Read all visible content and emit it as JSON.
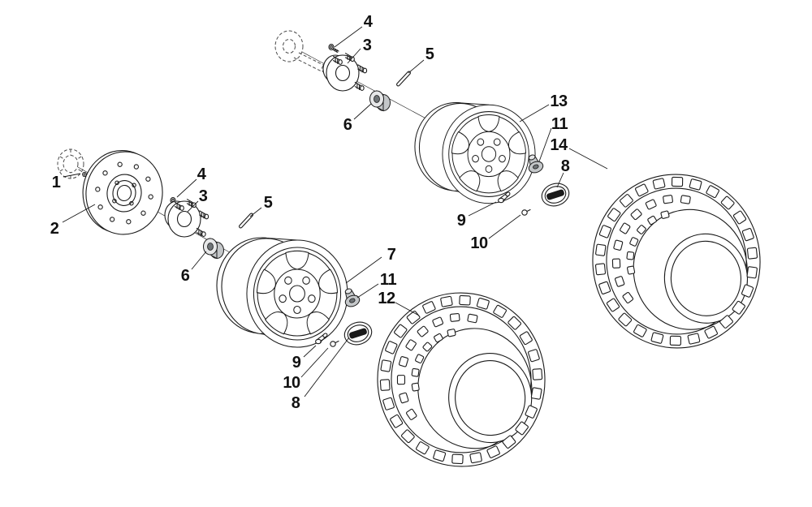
{
  "diagram": {
    "background_color": "#ffffff",
    "line_color": "#1a1a1a",
    "callouts": [
      {
        "num": "4"
      },
      {
        "num": "3"
      },
      {
        "num": "5"
      },
      {
        "num": "6"
      },
      {
        "num": "13"
      },
      {
        "num": "11"
      },
      {
        "num": "14"
      },
      {
        "num": "8"
      },
      {
        "num": "9"
      },
      {
        "num": "10"
      },
      {
        "num": "1"
      },
      {
        "num": "2"
      },
      {
        "num": "4"
      },
      {
        "num": "3"
      },
      {
        "num": "5"
      },
      {
        "num": "6"
      },
      {
        "num": "7"
      },
      {
        "num": "11"
      },
      {
        "num": "12"
      },
      {
        "num": "9"
      },
      {
        "num": "10"
      },
      {
        "num": "8"
      }
    ]
  }
}
